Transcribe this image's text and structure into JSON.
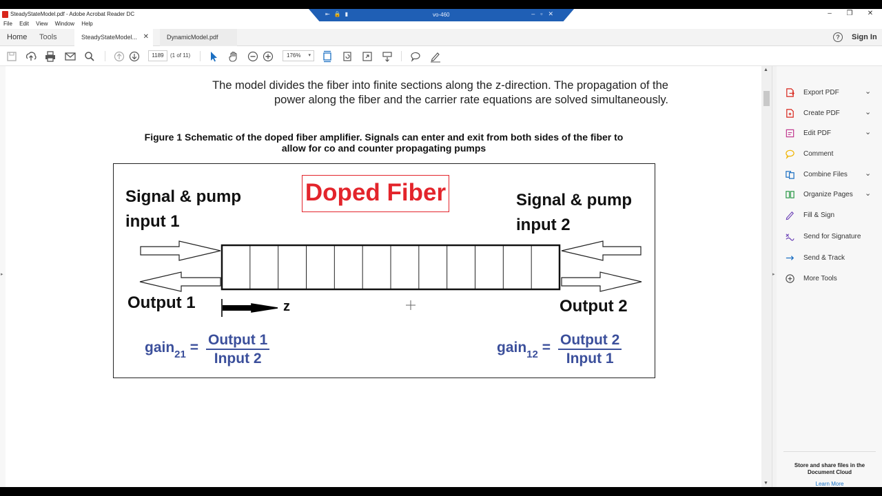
{
  "window": {
    "title": "SteadyStateModel.pdf - Adobe Acrobat Reader DC",
    "remote_session": "vo-460"
  },
  "menu": [
    "File",
    "Edit",
    "View",
    "Window",
    "Help"
  ],
  "tabs": {
    "home": "Home",
    "tools": "Tools",
    "documents": [
      {
        "label": "SteadyStateModel...",
        "active": true
      },
      {
        "label": "DynamicModel.pdf",
        "active": false
      }
    ],
    "sign_in": "Sign In"
  },
  "toolbar": {
    "page_number": "1189",
    "page_of": "(1 of 11)",
    "zoom": "176%"
  },
  "document": {
    "paragraph": "The model divides the fiber into finite sections along the z-direction. The propagation of the power along the fiber and the carrier rate equations are solved simultaneously.",
    "caption_line1": "Figure 1    Schematic of the doped fiber amplifier. Signals can enter and exit from both sides of the fiber to",
    "caption_line2": "allow for co and counter propagating pumps",
    "figure": {
      "title": "Doped Fiber",
      "input1_line1": "Signal & pump",
      "input1_line2": "input 1",
      "input2_line1": "Signal & pump",
      "input2_line2": "input 2",
      "output1": "Output 1",
      "output2": "Output 2",
      "z_label": "z",
      "gain21": {
        "base": "gain",
        "sub": "21",
        "eq": "=",
        "num": "Output 1",
        "den": "Input 2"
      },
      "gain12": {
        "base": "gain",
        "sub": "12",
        "eq": "=",
        "num": "Output 2",
        "den": "Input 1"
      },
      "section_count": 12
    }
  },
  "right_panel": {
    "items": [
      {
        "label": "Export PDF",
        "icon": "export-pdf-icon",
        "color": "#d8261c",
        "chevron": true
      },
      {
        "label": "Create PDF",
        "icon": "create-pdf-icon",
        "color": "#d8261c",
        "chevron": true
      },
      {
        "label": "Edit PDF",
        "icon": "edit-pdf-icon",
        "color": "#c2398f",
        "chevron": true
      },
      {
        "label": "Comment",
        "icon": "comment-icon",
        "color": "#f0b400",
        "chevron": false
      },
      {
        "label": "Combine Files",
        "icon": "combine-files-icon",
        "color": "#1b6fc2",
        "chevron": true
      },
      {
        "label": "Organize Pages",
        "icon": "organize-pages-icon",
        "color": "#2e9a4a",
        "chevron": true
      },
      {
        "label": "Fill & Sign",
        "icon": "fill-sign-icon",
        "color": "#6a3fb5",
        "chevron": false
      },
      {
        "label": "Send for Signature",
        "icon": "send-signature-icon",
        "color": "#6a3fb5",
        "chevron": false
      },
      {
        "label": "Send & Track",
        "icon": "send-track-icon",
        "color": "#1b6fc2",
        "chevron": false
      },
      {
        "label": "More Tools",
        "icon": "more-tools-icon",
        "color": "#555555",
        "chevron": false
      }
    ],
    "cloud_text": "Store and share files in the Document Cloud",
    "learn_more": "Learn More"
  }
}
